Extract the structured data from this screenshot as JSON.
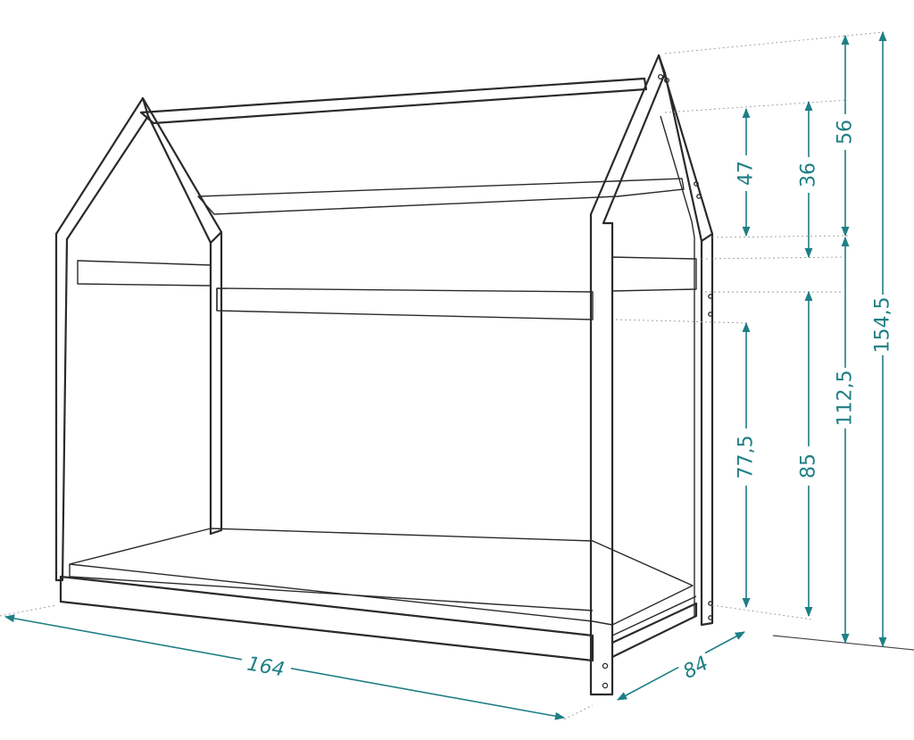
{
  "colors": {
    "ink": "#2a2a2a",
    "dimension": "#1f7f86",
    "background": "#ffffff"
  },
  "dimensions": {
    "length": "164",
    "depth": "84",
    "roof_top_gap": "56",
    "roof_height_front": "47",
    "roof_height_rear": "36",
    "side_rail_height": "77,5",
    "rear_rail_height": "85",
    "wall_height": "112,5",
    "total_height": "154,5"
  }
}
